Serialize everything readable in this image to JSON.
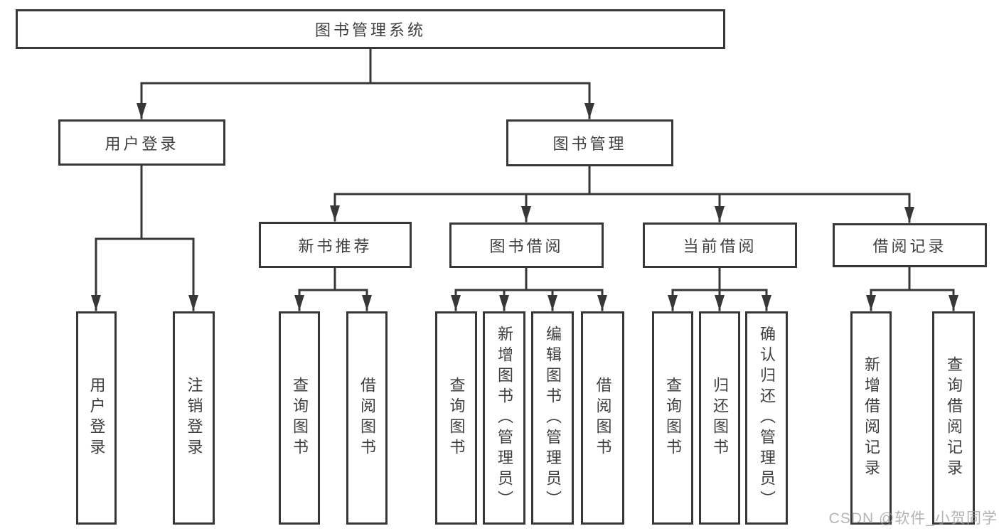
{
  "diagram": {
    "type": "hierarchy-tree",
    "tree": {
      "label": "图书管理系统",
      "children": [
        {
          "label": "用户登录",
          "children": [
            {
              "label": "用户登录"
            },
            {
              "label": "注销登录"
            }
          ]
        },
        {
          "label": "图书管理",
          "children": [
            {
              "label": "新书推荐",
              "children": [
                {
                  "label": "查询图书"
                },
                {
                  "label": "借阅图书"
                }
              ]
            },
            {
              "label": "图书借阅",
              "children": [
                {
                  "label": "查询图书"
                },
                {
                  "label": "新增图书（管理员）"
                },
                {
                  "label": "编辑图书（管理员）"
                },
                {
                  "label": "借阅图书"
                }
              ]
            },
            {
              "label": "当前借阅",
              "children": [
                {
                  "label": "查询图书"
                },
                {
                  "label": "归还图书"
                },
                {
                  "label": "确认归还（管理员）"
                }
              ]
            },
            {
              "label": "借阅记录",
              "children": [
                {
                  "label": "新增借阅记录"
                },
                {
                  "label": "查询借阅记录"
                }
              ]
            }
          ]
        }
      ]
    },
    "watermark": "CSDN @软件_小贺同学",
    "colors": {
      "line": "#373737",
      "text": "#3f3f3f",
      "box_background": "#ffffff",
      "watermark": "#b5b2b2"
    }
  }
}
